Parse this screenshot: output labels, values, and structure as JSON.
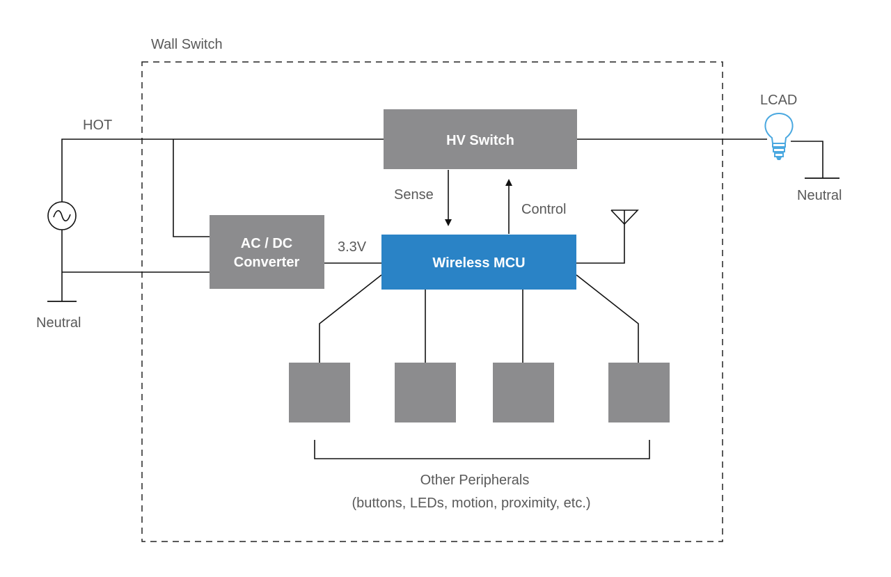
{
  "title": "Wall Switch",
  "labels": {
    "hot": "HOT",
    "neutral_left": "Neutral",
    "neutral_right": "Neutral",
    "lcad": "LCAD",
    "sense": "Sense",
    "control": "Control",
    "voltage": "3.3V",
    "peripherals_line1": "Other Peripherals",
    "peripherals_line2": "(buttons, LEDs, motion, proximity, etc.)"
  },
  "blocks": {
    "hv_switch": "HV Switch",
    "acdc_line1": "AC / DC",
    "acdc_line2": "Converter",
    "mcu": "Wireless MCU"
  },
  "colors": {
    "block_gray": "#8c8c8e",
    "mcu_blue": "#2a83c6",
    "bulb_blue": "#4aa8e0",
    "text_gray": "#595959",
    "line": "#111111"
  },
  "icons": {
    "ac_source": "ac-source-icon",
    "bulb": "light-bulb-icon",
    "antenna": "antenna-icon",
    "ground": "ground-icon"
  }
}
